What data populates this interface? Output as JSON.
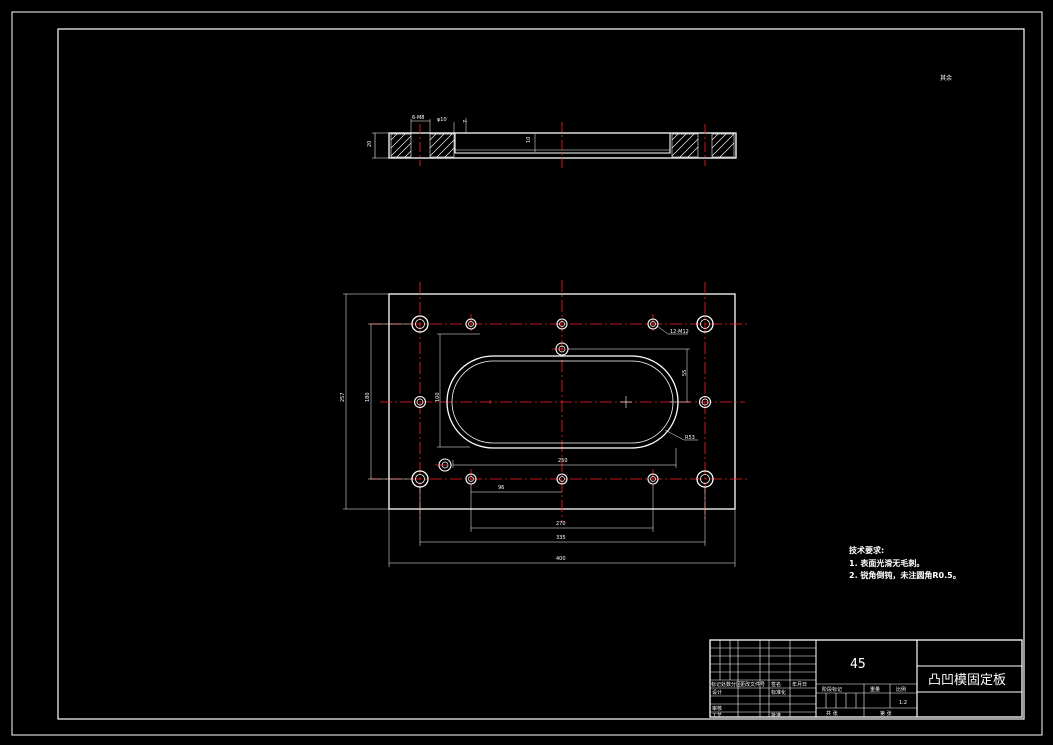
{
  "drawing": {
    "surface_roughness": "其余",
    "tech_requirements": {
      "title": "技术要求:",
      "items": [
        "1. 表面光滑无毛刺。",
        "2. 锐角倒钝，未注圆角R0.5。"
      ]
    }
  },
  "dimensions": {
    "front_view": {
      "hole_pitch": "6-M8",
      "bore": "φ10",
      "depth": "7",
      "thickness": "20",
      "slot_depth": "10"
    },
    "plan_view": {
      "overall_height": "257",
      "hole_span_height": "180",
      "slot_height": "100",
      "overall_width": "400",
      "hole_span_x": "335",
      "inner_span_x": "270",
      "slot_length": "250",
      "offset": "96",
      "slot_radius": "R53",
      "slot_offset": "55",
      "hole_callout": "12-M12"
    }
  },
  "title_block": {
    "material": "45",
    "part_name": "凸凹模固定板",
    "cells": {
      "mark": "标记",
      "count": "处数",
      "zone": "分区",
      "change_no": "更改文件号",
      "signature": "签名",
      "date": "年月日",
      "designer": "设计",
      "standardization": "标准化",
      "stage_mark": "阶段标记",
      "weight": "重量",
      "scale": "比例",
      "scale_value": "1:2",
      "reviewer": "审核",
      "process": "工艺",
      "approve": "批准",
      "sheet_total": "共  张",
      "sheet_no": "第  张"
    }
  },
  "colors": {
    "outline": "#ffffff",
    "centerline": "#ff2020",
    "dimension": "#ffffff",
    "background": "#000000"
  }
}
